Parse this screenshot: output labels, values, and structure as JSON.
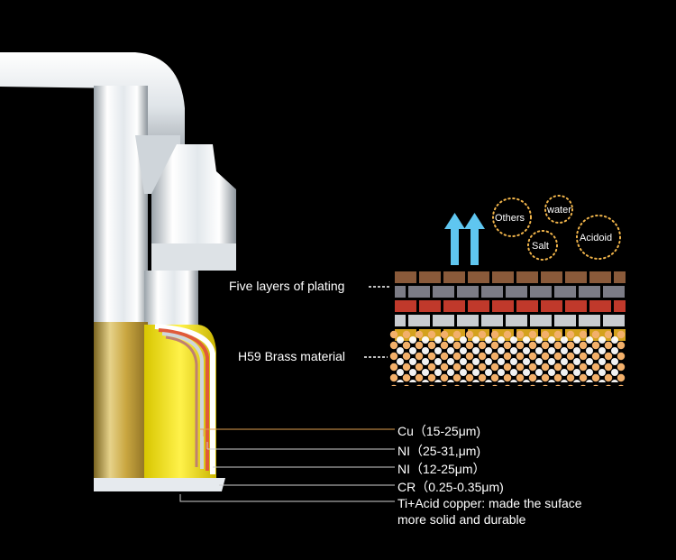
{
  "bubbles": [
    {
      "id": "others",
      "label": "Others"
    },
    {
      "id": "water",
      "label": "water"
    },
    {
      "id": "salt",
      "label": "Salt"
    },
    {
      "id": "acidoid",
      "label": "Acidoid"
    }
  ],
  "layer_labels": {
    "plating": "Five layers of plating",
    "brass": "H59 Brass material"
  },
  "specs": [
    {
      "id": "cu",
      "text": "Cu（15-25μm)"
    },
    {
      "id": "ni1",
      "text": "NI（25-31,μm)"
    },
    {
      "id": "ni2",
      "text": "NI（12-25μm）"
    },
    {
      "id": "cr",
      "text": "CR（0.25-0.35μm)"
    },
    {
      "id": "ti_line1",
      "text": "Ti+Acid copper: made the suface"
    },
    {
      "id": "ti_line2",
      "text": "more solid and durable"
    }
  ],
  "colors": {
    "background": "#000000",
    "arrow": "#5fc6f0",
    "bubble_ring": "#f0b44a",
    "layer1": "#8a5a3a",
    "layer2": "#7c7c86",
    "layer3": "#c0392b",
    "layer4": "#c9ccd0",
    "layer5": "#d4a21c",
    "brass_dot": "#f3b06a",
    "chrome": "#e9eef2",
    "gold": "#c9a640"
  }
}
